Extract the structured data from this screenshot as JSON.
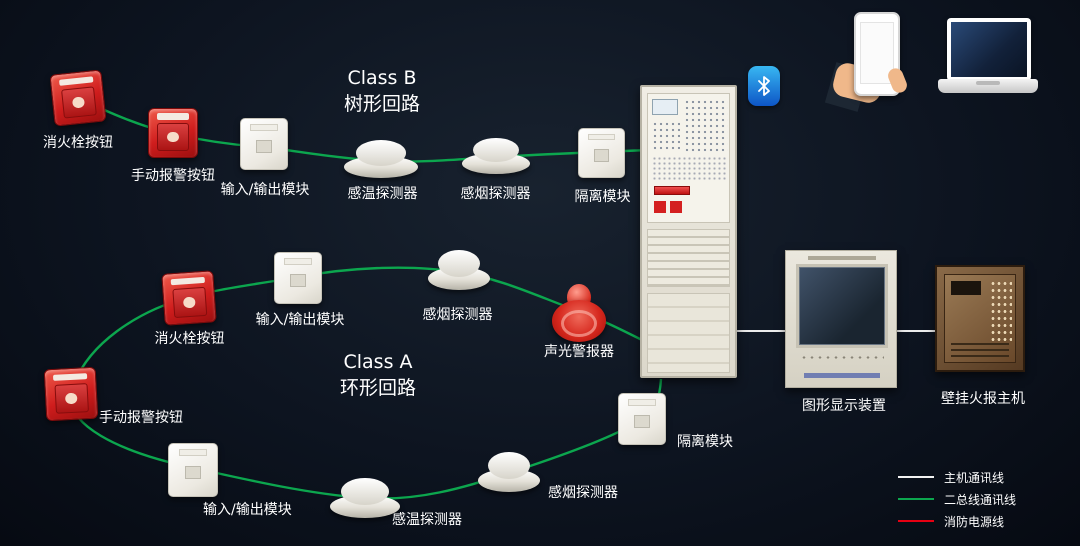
{
  "titles": {
    "class_b_line1": "Class B",
    "class_b_line2": "树形回路",
    "class_a_line1": "Class A",
    "class_a_line2": "环形回路"
  },
  "top_loop": {
    "hydrant": "消火栓按钮",
    "manual": "手动报警按钮",
    "io": "输入/输出模块",
    "heat": "感温探测器",
    "smoke": "感烟探测器",
    "isolation": "隔离模块"
  },
  "bottom_loop": {
    "hydrant": "消火栓按钮",
    "io_upper": "输入/输出模块",
    "smoke_upper": "感烟探测器",
    "sounder": "声光警报器",
    "manual": "手动报警按钮",
    "io_lower": "输入/输出模块",
    "heat": "感温探测器",
    "smoke_lower": "感烟探测器",
    "isolation": "隔离模块"
  },
  "devices": {
    "graphic_display": "图形显示装置",
    "wall_host": "壁挂火报主机"
  },
  "legend": {
    "items": [
      {
        "label": "主机通讯线",
        "color": "#f2f2f2"
      },
      {
        "label": "二总线通讯线",
        "color": "#0ca64e"
      },
      {
        "label": "消防电源线",
        "color": "#e60012"
      }
    ]
  },
  "colors": {
    "background": "#0d1420",
    "bus_wire_green": "#0ca64e",
    "host_wire_white": "#ececec",
    "power_wire_red": "#e60012",
    "device_red": "#cf1d1d",
    "panel_beige": "#e7e3d8"
  }
}
